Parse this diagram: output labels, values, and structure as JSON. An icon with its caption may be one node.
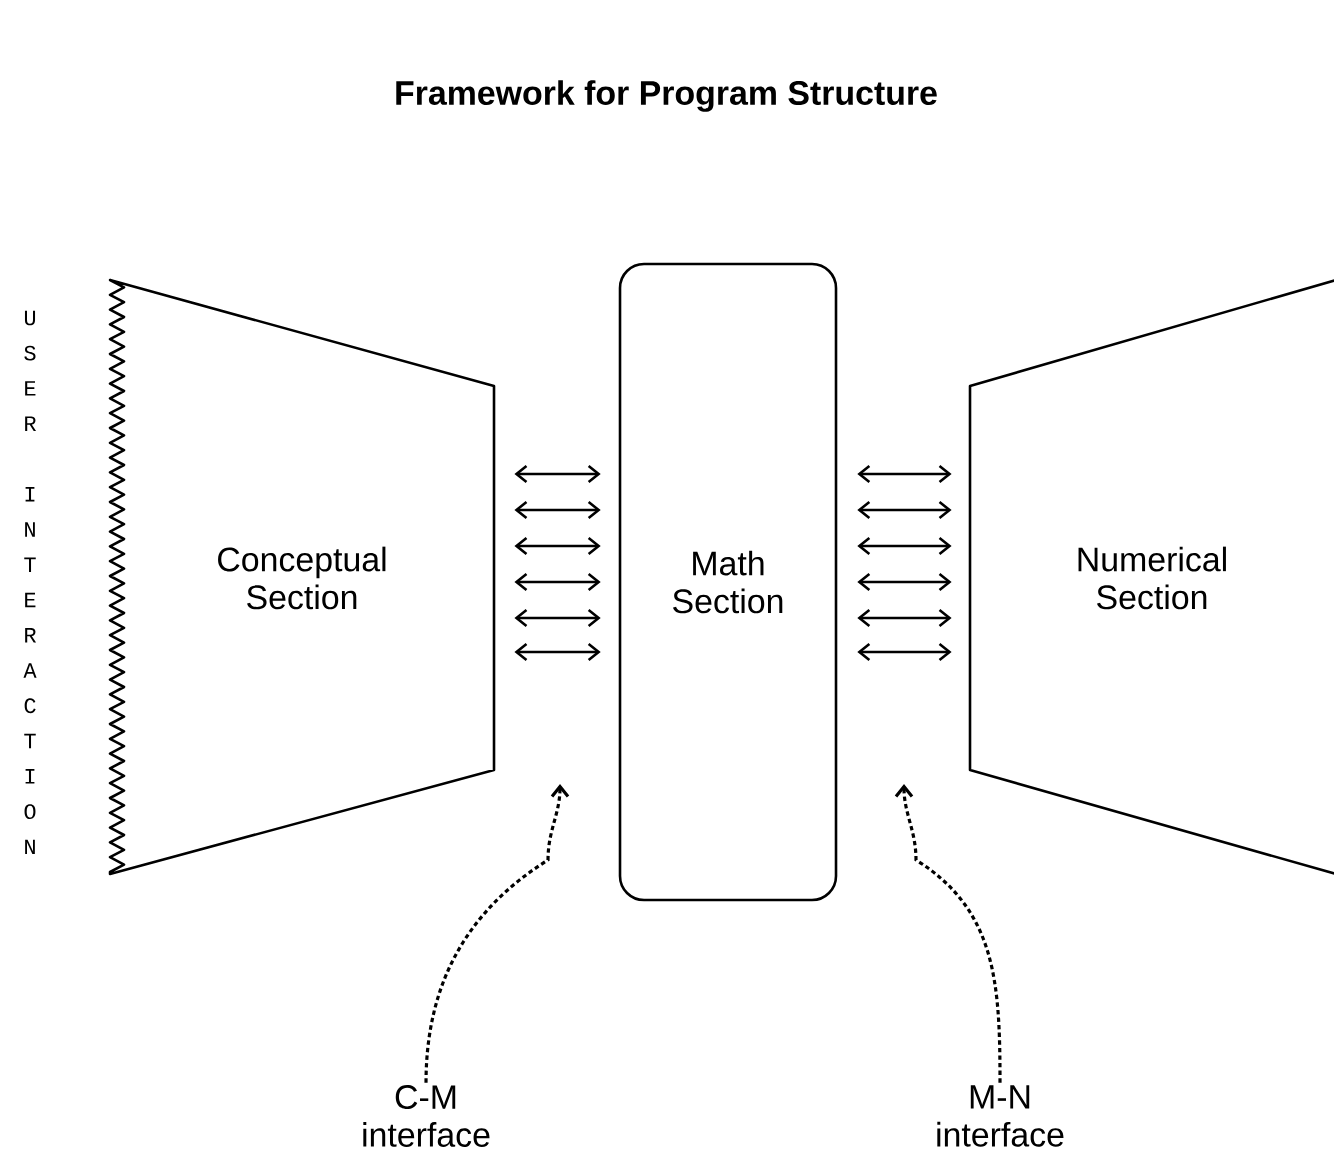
{
  "diagram": {
    "title": "Framework for Program Structure",
    "nodes": [
      {
        "text": [
          "Conceptual Section"
        ]
      },
      {
        "text": [
          "Math Section"
        ]
      },
      {
        "text": [
          "Numerical Section"
        ]
      },
      {
        "text": [
          "C-M interface"
        ]
      },
      {
        "text": [
          "M-N interface"
        ]
      }
    ],
    "edges": [
      {
        "from": 0,
        "to": 1,
        "arrow": "both"
      },
      {
        "from": 0,
        "to": 1,
        "arrow": "both"
      },
      {
        "from": 0,
        "to": 1,
        "arrow": "both"
      },
      {
        "from": 0,
        "to": 1,
        "arrow": "both"
      },
      {
        "from": 0,
        "to": 1,
        "arrow": "both"
      },
      {
        "from": 0,
        "to": 1,
        "arrow": "both"
      },
      {
        "from": 1,
        "to": 2,
        "arrow": "both"
      },
      {
        "from": 1,
        "to": 2,
        "arrow": "both"
      },
      {
        "from": 1,
        "to": 2,
        "arrow": "both"
      },
      {
        "from": 1,
        "to": 2,
        "arrow": "both"
      },
      {
        "from": 1,
        "to": 2,
        "arrow": "both"
      },
      {
        "from": 1,
        "to": 2,
        "arrow": "both"
      },
      {
        "from": 3,
        "to": null,
        "arrow": "to",
        "style": "dashed"
      },
      {
        "from": 4,
        "to": null,
        "arrow": "to",
        "style": "dashed"
      }
    ],
    "labels": [
      "USER INTERACTION"
    ]
  }
}
